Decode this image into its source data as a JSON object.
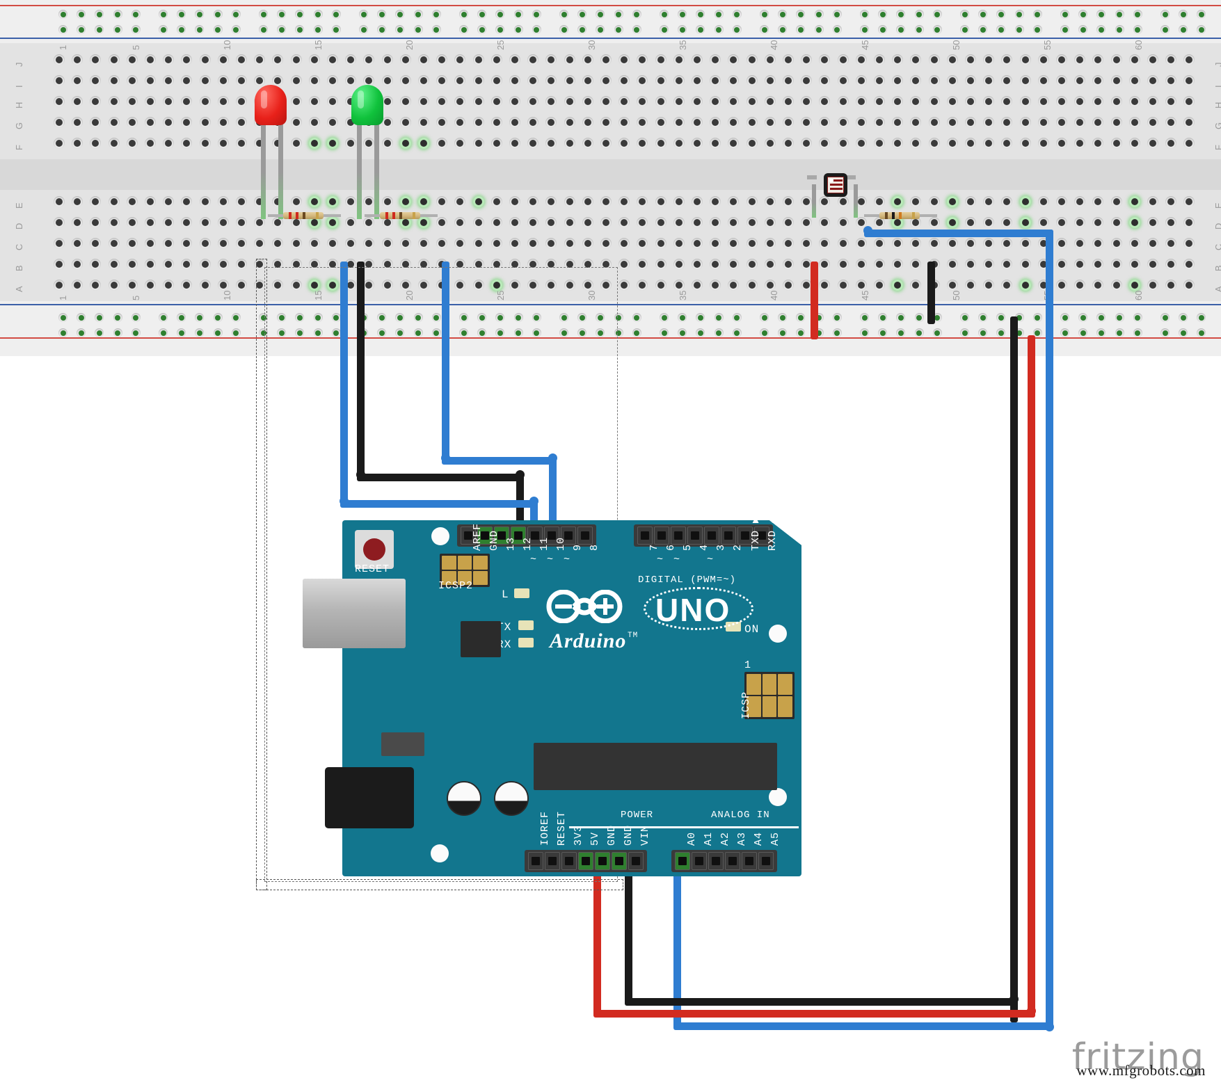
{
  "app": {
    "name": "Fritzing",
    "logo_text": "fritzing",
    "watermark": "www.mfgrobots.com",
    "view": "breadboard"
  },
  "breadboard": {
    "row_labels_top": [
      "J",
      "I",
      "H",
      "G",
      "F"
    ],
    "row_labels_bottom": [
      "E",
      "D",
      "C",
      "B",
      "A"
    ],
    "column_numbers": [
      1,
      5,
      10,
      15,
      20,
      25,
      30,
      35,
      40,
      45,
      50,
      55,
      60
    ],
    "columns": 63,
    "rail_colors": {
      "positive": "#d24b43",
      "negative": "#3b5fa8"
    }
  },
  "components": [
    {
      "id": "led-red",
      "name": "Red LED",
      "type": "led",
      "color": "#e8211a",
      "anode_hole": "F16",
      "cathode_hole": "F15"
    },
    {
      "id": "led-green",
      "name": "Green LED",
      "type": "led",
      "color": "#10c23c",
      "anode_hole": "F21",
      "cathode_hole": "F20"
    },
    {
      "id": "resistor-1",
      "name": "220 ohm Resistor",
      "type": "resistor",
      "bands": [
        "#cf2a1e",
        "#cf2a1e",
        "#6b4a22",
        "#c8a24a"
      ]
    },
    {
      "id": "resistor-2",
      "name": "220 ohm Resistor",
      "type": "resistor",
      "bands": [
        "#cf2a1e",
        "#cf2a1e",
        "#6b4a22",
        "#c8a24a"
      ]
    },
    {
      "id": "photoresistor",
      "name": "Photoresistor (LDR)",
      "type": "ldr"
    },
    {
      "id": "resistor-3",
      "name": "10k ohm Resistor",
      "type": "resistor",
      "bands": [
        "#6b4a22",
        "#1a1a1a",
        "#cf7a1e",
        "#c8a24a"
      ]
    }
  ],
  "wires": [
    {
      "id": "w-gnd-led-red",
      "color": "#1a1a1a",
      "from": "breadboard-A15",
      "to": "arduino-GND"
    },
    {
      "id": "w-pin13-led-red",
      "color": "#2f7dd1",
      "from": "breadboard-A16",
      "to": "arduino-13"
    },
    {
      "id": "w-pin12-led-green",
      "color": "#2f7dd1",
      "from": "breadboard-A25",
      "to": "arduino-12"
    },
    {
      "id": "w-5v-rail",
      "color": "#d22b20",
      "from": "arduino-5V",
      "to": "breadboard-positive-rail"
    },
    {
      "id": "w-gnd-rail",
      "color": "#1a1a1a",
      "from": "arduino-GND",
      "to": "breadboard-negative-rail"
    },
    {
      "id": "w-a0-ldr",
      "color": "#2f7dd1",
      "from": "arduino-A0",
      "to": "breadboard-D60"
    },
    {
      "id": "w-rail-ldr-power",
      "color": "#d22b20",
      "from": "breadboard-positive-rail",
      "to": "breadboard-A47"
    },
    {
      "id": "w-rail-res-gnd",
      "color": "#1a1a1a",
      "from": "breadboard-negative-rail",
      "to": "breadboard-A54"
    }
  ],
  "arduino": {
    "board_name": "UNO",
    "brand": "Arduino",
    "brand_tm": "TM",
    "pcb_color": "#12768e",
    "reset_label": "RESET",
    "icsp2_label": "ICSP2",
    "icsp_label": "ICSP",
    "icsp_pin1_label": "1",
    "on_label": "ON",
    "l_label": "L",
    "tx_label": "TX",
    "rx_label": "RX",
    "digital_caption": "DIGITAL  (PWM=~)",
    "power_caption": "POWER",
    "analog_caption": "ANALOG IN",
    "digital_header_left": [
      {
        "label": "AREF",
        "connected": false
      },
      {
        "label": "GND",
        "connected": true,
        "wire_color": "#1a1a1a"
      },
      {
        "label": "13",
        "connected": true,
        "wire_color": "#2f7dd1"
      },
      {
        "label": "12",
        "connected": true,
        "wire_color": "#2f7dd1"
      },
      {
        "label": "11",
        "pwm": true,
        "connected": false
      },
      {
        "label": "10",
        "pwm": true,
        "connected": false
      },
      {
        "label": "9",
        "pwm": true,
        "connected": false
      },
      {
        "label": "8",
        "connected": false
      }
    ],
    "digital_header_right": [
      {
        "label": "7",
        "connected": false
      },
      {
        "label": "6",
        "pwm": true,
        "connected": false
      },
      {
        "label": "5",
        "pwm": true,
        "connected": false
      },
      {
        "label": "4",
        "connected": false
      },
      {
        "label": "3",
        "pwm": true,
        "connected": false
      },
      {
        "label": "2",
        "connected": false
      },
      {
        "label": "TXD ▶ 1",
        "connected": false
      },
      {
        "label": "RXD ◀ 0",
        "connected": false
      }
    ],
    "power_header": [
      {
        "label": "IOREF",
        "connected": false
      },
      {
        "label": "RESET",
        "connected": false
      },
      {
        "label": "3V3",
        "connected": false
      },
      {
        "label": "5V",
        "connected": true,
        "wire_color": "#d22b20"
      },
      {
        "label": "GND",
        "connected": true,
        "wire_color": "#1a1a1a"
      },
      {
        "label": "GND",
        "connected": true,
        "wire_color": "#1a1a1a"
      },
      {
        "label": "VIN",
        "connected": false
      }
    ],
    "analog_header": [
      {
        "label": "A0",
        "connected": true,
        "wire_color": "#2f7dd1"
      },
      {
        "label": "A1",
        "connected": false
      },
      {
        "label": "A2",
        "connected": false
      },
      {
        "label": "A3",
        "connected": false
      },
      {
        "label": "A4",
        "connected": false
      },
      {
        "label": "A5",
        "connected": false
      }
    ]
  }
}
